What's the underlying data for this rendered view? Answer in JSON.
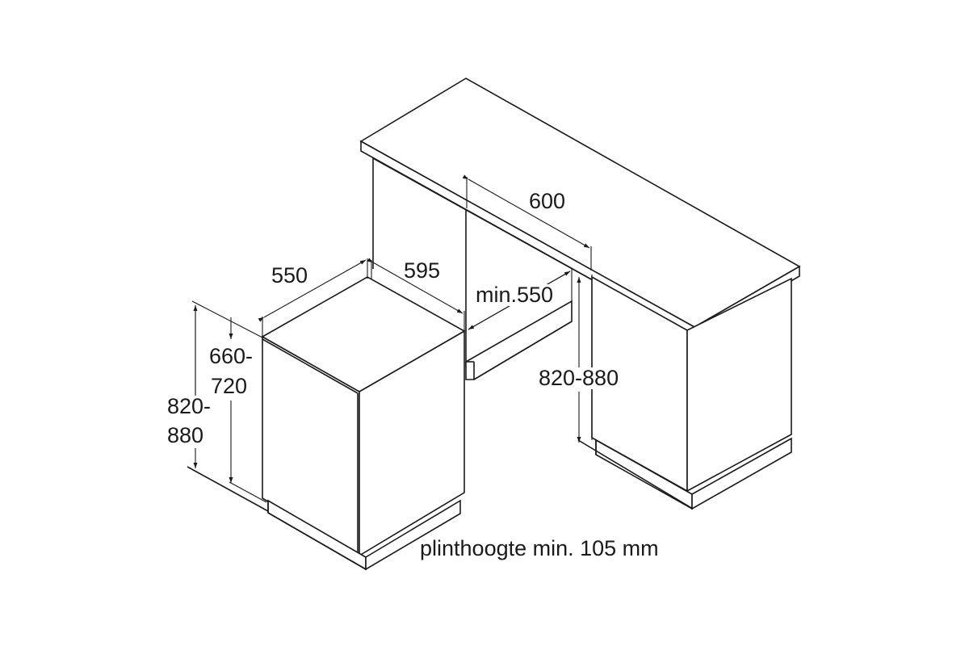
{
  "diagram": {
    "title": "Dishwasher built-in installation dimensions",
    "units": "mm",
    "stroke_color": "#1a1a1a",
    "background_color": "#ffffff",
    "labels": {
      "appliance_depth": "550",
      "appliance_width": "595",
      "appliance_height_line1": "660-",
      "appliance_height_line2": "720",
      "niche_total_height_line1": "820-",
      "niche_total_height_line2": "880",
      "niche_width": "600",
      "niche_depth": "min.550",
      "counter_height": "820-880",
      "plinth_note": "plinthoogte min. 105 mm"
    },
    "components": [
      {
        "name": "worktop",
        "description": "countertop spanning both cabinets"
      },
      {
        "name": "left-cabinet-side-panel"
      },
      {
        "name": "niche-back-plinth"
      },
      {
        "name": "dishwasher",
        "description": "integrated dishwasher body with plinth"
      },
      {
        "name": "right-base-cabinet"
      }
    ]
  }
}
